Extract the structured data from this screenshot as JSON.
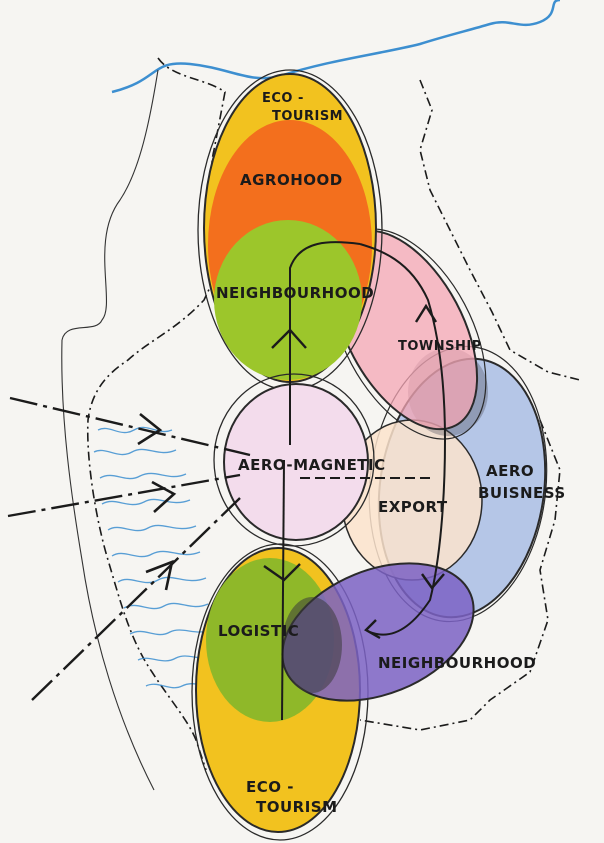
{
  "zones": {
    "eco_tourism_north": {
      "line1": "ECO -",
      "line2": "TOURISM"
    },
    "agrohood": "AGROHOOD",
    "neighbourhood_north": "NEIGHBOURHOOD",
    "township": "TOWNSHIP",
    "aero_magnetic": "AERO-MAGNETIC",
    "export": "EXPORT",
    "aero_business": {
      "line1": "AERO",
      "line2": "BUISNESS"
    },
    "logistic": "LOGISTIC",
    "neighbourhood_south": "NEIGHBOURHOOD",
    "eco_tourism_south": {
      "line1": "ECO -",
      "line2": "TOURISM"
    }
  },
  "colors": {
    "eco_tourism": "#f2c21f",
    "agrohood": "#f26a1e",
    "neighbourhood_green": "#9cc62b",
    "township": "#f4a6b4",
    "aero_magnetic": "#f3dcec",
    "export": "#fbe3cc",
    "aero_business": "#9fb6e3",
    "neighbourhood_south": "#7b62c4",
    "water": "#3d8fd0",
    "ink": "#1b1b1b"
  }
}
